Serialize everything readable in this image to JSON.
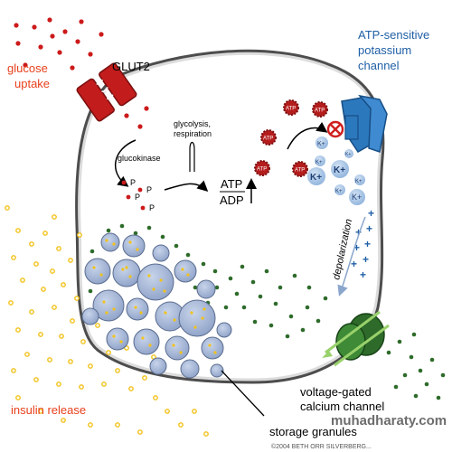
{
  "labels": {
    "glucose_uptake_1": "glucose",
    "glucose_uptake_2": "uptake",
    "glut2": "GLUT2",
    "glucokinase": "glucokinase",
    "glycolysis_1": "glycolysis,",
    "glycolysis_2": "respiration",
    "atp": "ATP",
    "adp": "ADP",
    "p": "P",
    "atp_small": "ATP",
    "k_plus": "K+",
    "k_channel_1": "ATP-sensitive",
    "k_channel_2": "potassium",
    "k_channel_3": "channel",
    "depolarization": "depolarization",
    "ca_channel_1": "voltage-gated",
    "ca_channel_2": "calcium channel",
    "insulin_release": "insulin release",
    "storage_granules": "storage granules",
    "copyright": "©2004 BETH ORR SILVERBERG...",
    "watermark": "muhadharaty.com"
  },
  "colors": {
    "glucose_red": "#cc1a1a",
    "label_red": "#e8401c",
    "channel_blue": "#2c78bd",
    "label_blue": "#1f5fa6",
    "potassium_blue": "#8fb3dc",
    "calcium_green": "#2e6b2a",
    "insulin_yellow": "#f2c21a",
    "cell_outline": "#4d4d4d",
    "granule_fill": "#9aaed0"
  }
}
